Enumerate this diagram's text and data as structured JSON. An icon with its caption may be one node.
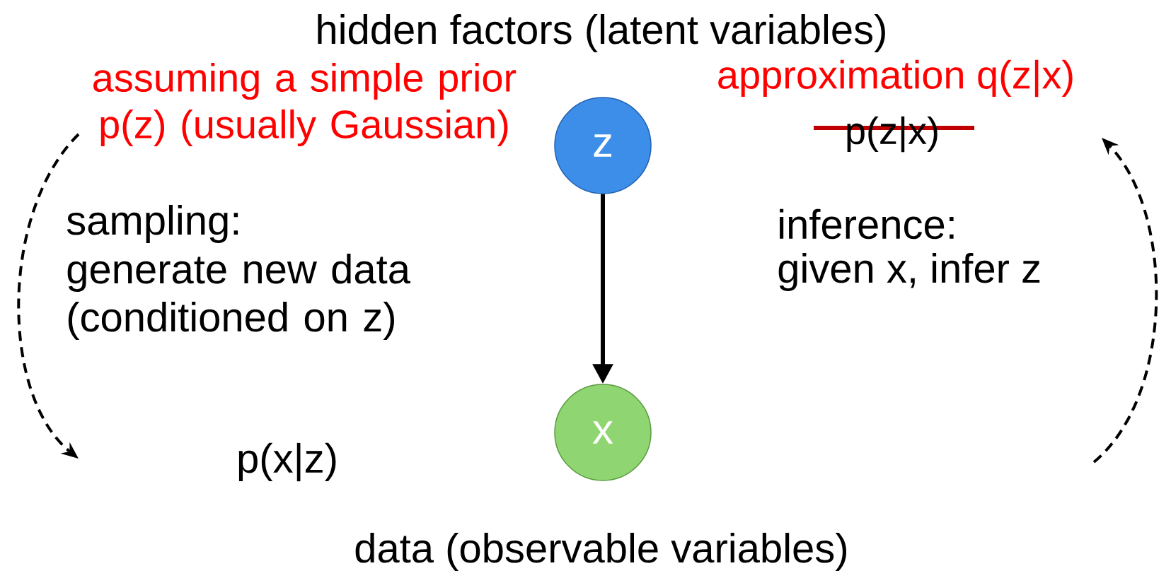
{
  "diagram": {
    "nodes": [
      {
        "text": [
          "z"
        ],
        "beside": [
          "hidden factors (latent variables)"
        ]
      },
      {
        "text": [
          "x"
        ],
        "beside": [
          "data (observable variables)"
        ]
      }
    ],
    "edges": [
      {
        "from": 0,
        "to": 1,
        "arrow": "to"
      }
    ],
    "labels": [
      "assuming a simple prior p(z) (usually Gaussian)",
      "approximation q(z|x)",
      "p(z|x)",
      "sampling:",
      "generate new data (conditioned on z)",
      "inference:",
      "given x, infer z",
      "p(x|z)"
    ]
  }
}
